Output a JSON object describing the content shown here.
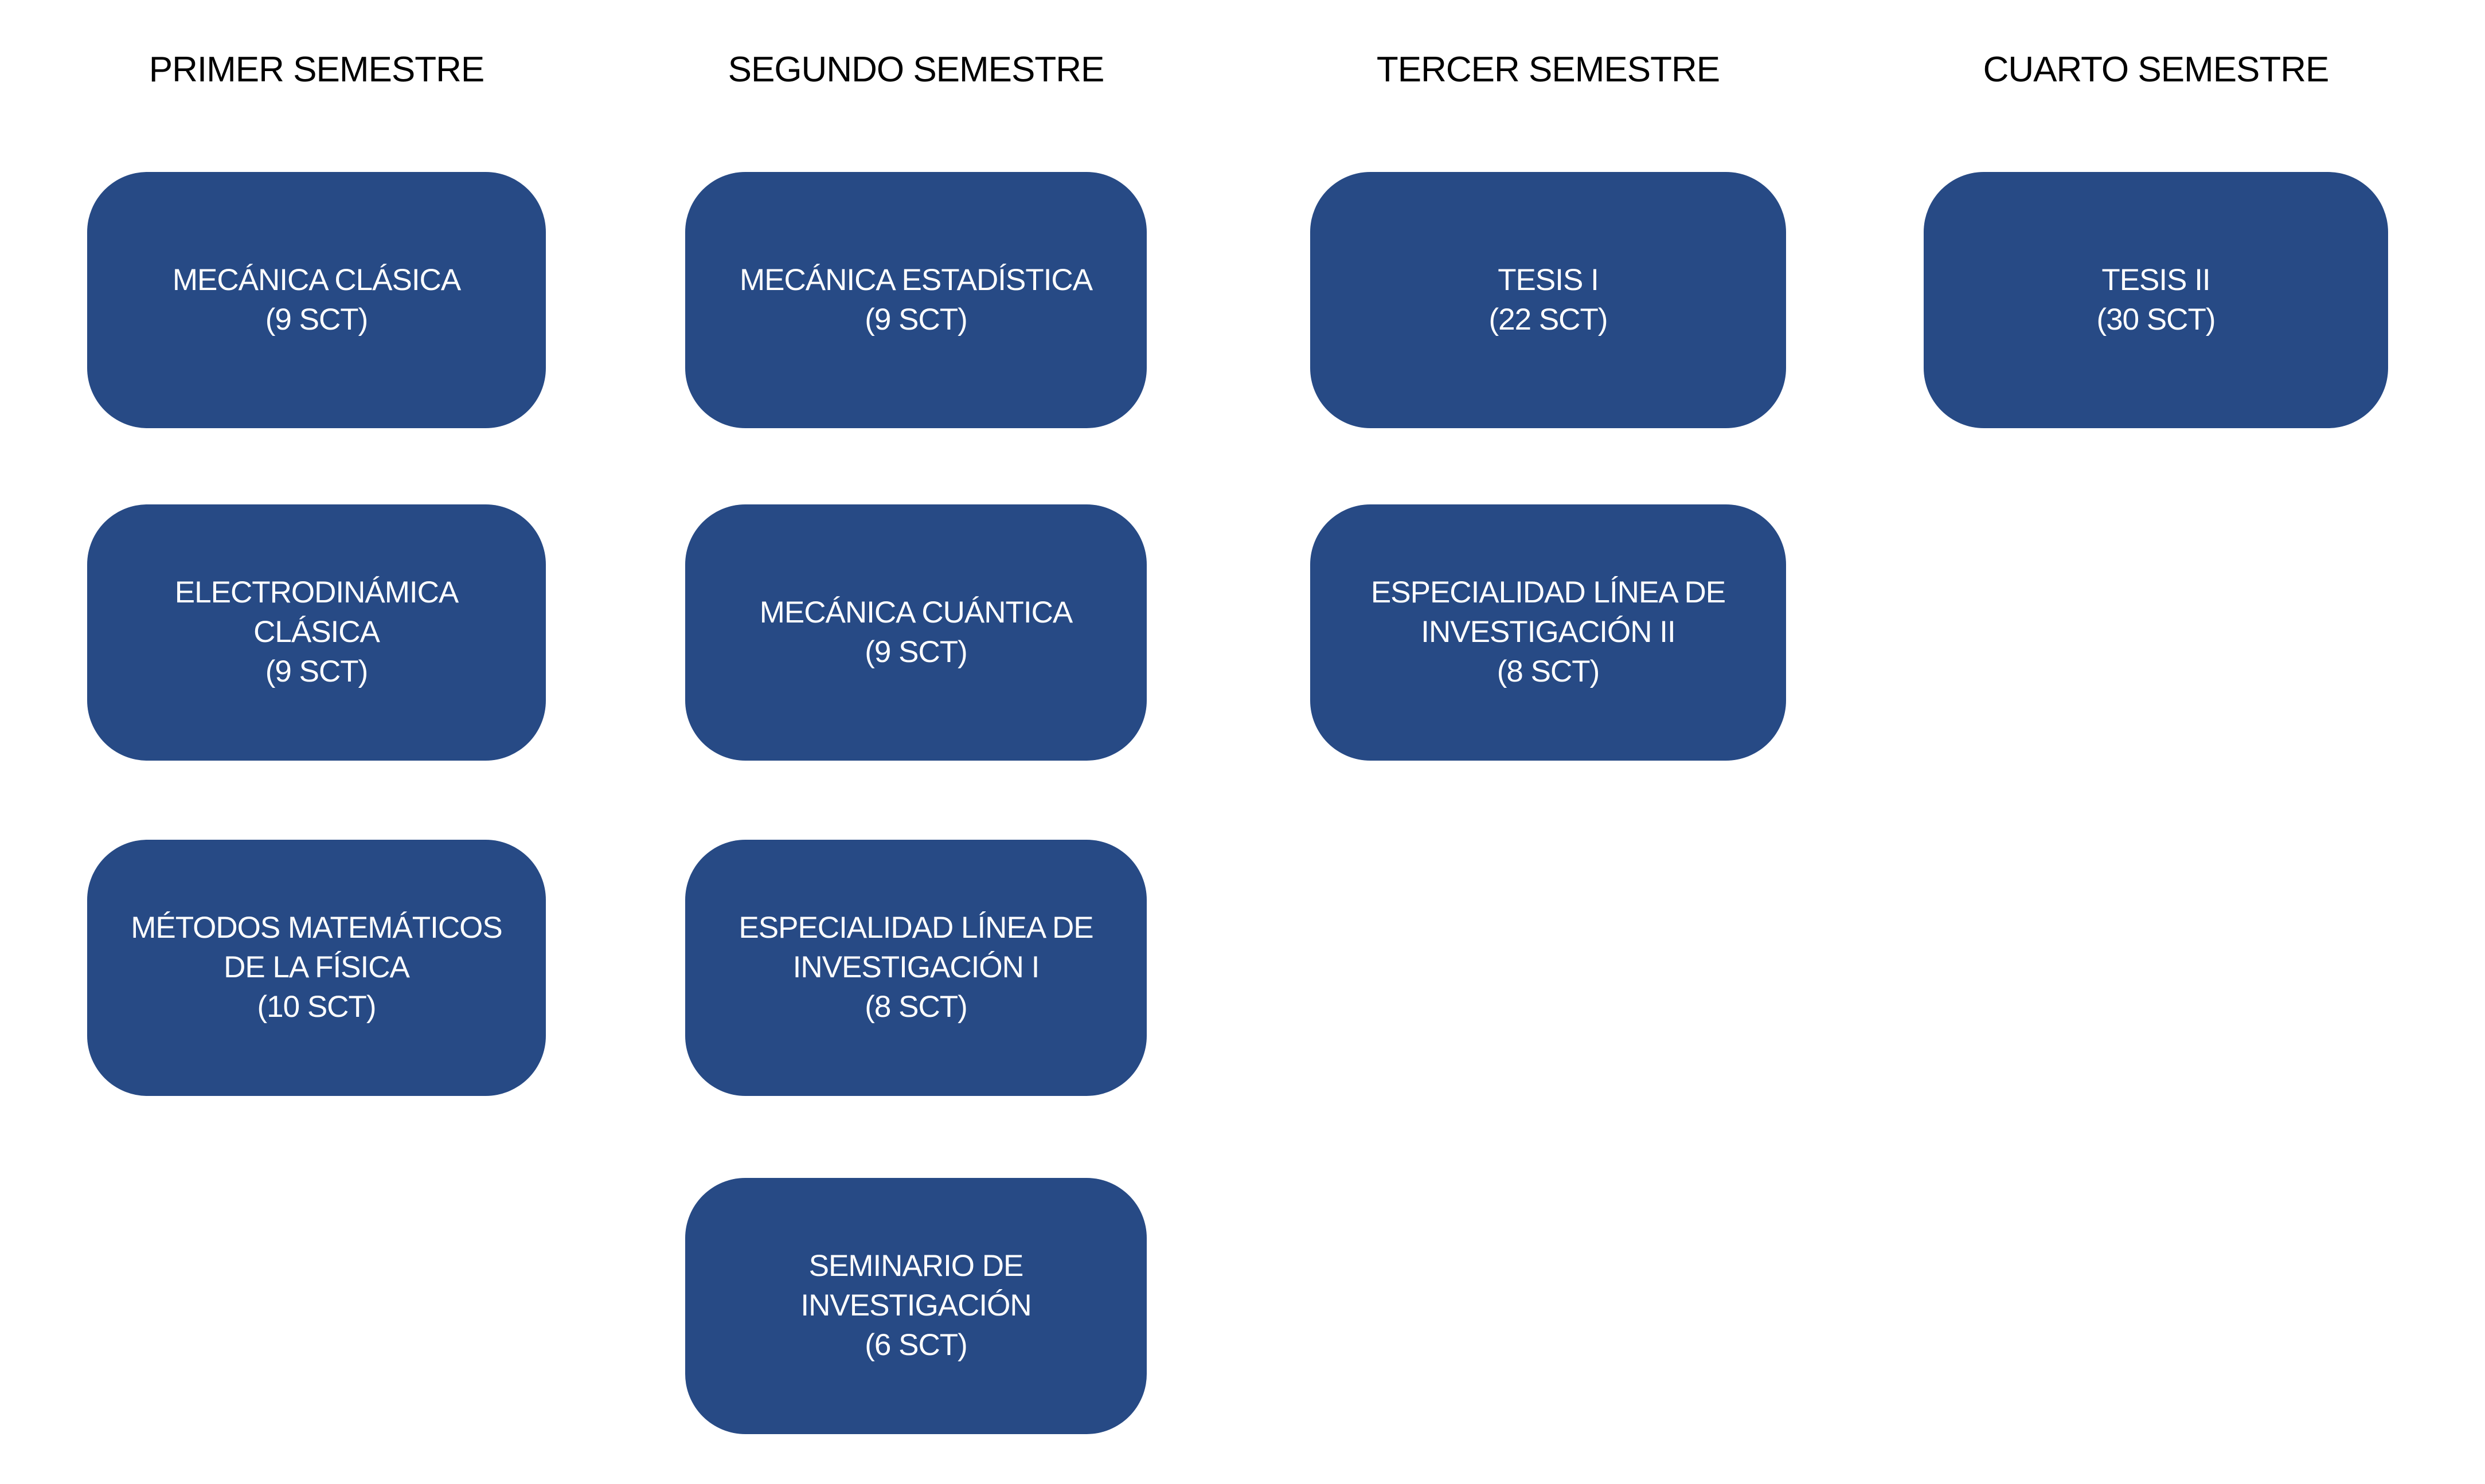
{
  "theme": {
    "box_fill": "#274A85",
    "box_text": "#ffffff",
    "header_text": "#000000",
    "page_background": "#ffffff"
  },
  "columns": [
    {
      "header": "PRIMER SEMESTRE",
      "courses": [
        {
          "title_lines": [
            "MECÁNICA CLÁSICA"
          ],
          "credits": "(9 SCT)"
        },
        {
          "title_lines": [
            "ELECTRODINÁMICA",
            "CLÁSICA"
          ],
          "credits": "(9 SCT)"
        },
        {
          "title_lines": [
            "MÉTODOS MATEMÁTICOS",
            "DE LA FÍSICA"
          ],
          "credits": "(10 SCT)"
        }
      ]
    },
    {
      "header": "SEGUNDO SEMESTRE",
      "courses": [
        {
          "title_lines": [
            "MECÁNICA ESTADÍSTICA"
          ],
          "credits": "(9 SCT)"
        },
        {
          "title_lines": [
            "MECÁNICA CUÁNTICA"
          ],
          "credits": "(9 SCT)"
        },
        {
          "title_lines": [
            "ESPECIALIDAD LÍNEA DE",
            "INVESTIGACIÓN I"
          ],
          "credits": "(8 SCT)"
        },
        {
          "title_lines": [
            "SEMINARIO DE",
            "INVESTIGACIÓN"
          ],
          "credits": "(6 SCT)"
        }
      ]
    },
    {
      "header": "TERCER SEMESTRE",
      "courses": [
        {
          "title_lines": [
            "TESIS I"
          ],
          "credits": "(22 SCT)"
        },
        {
          "title_lines": [
            "ESPECIALIDAD LÍNEA DE",
            "INVESTIGACIÓN II"
          ],
          "credits": "(8 SCT)"
        }
      ]
    },
    {
      "header": "CUARTO SEMESTRE",
      "courses": [
        {
          "title_lines": [
            "TESIS II"
          ],
          "credits": "(30 SCT)"
        }
      ]
    }
  ]
}
